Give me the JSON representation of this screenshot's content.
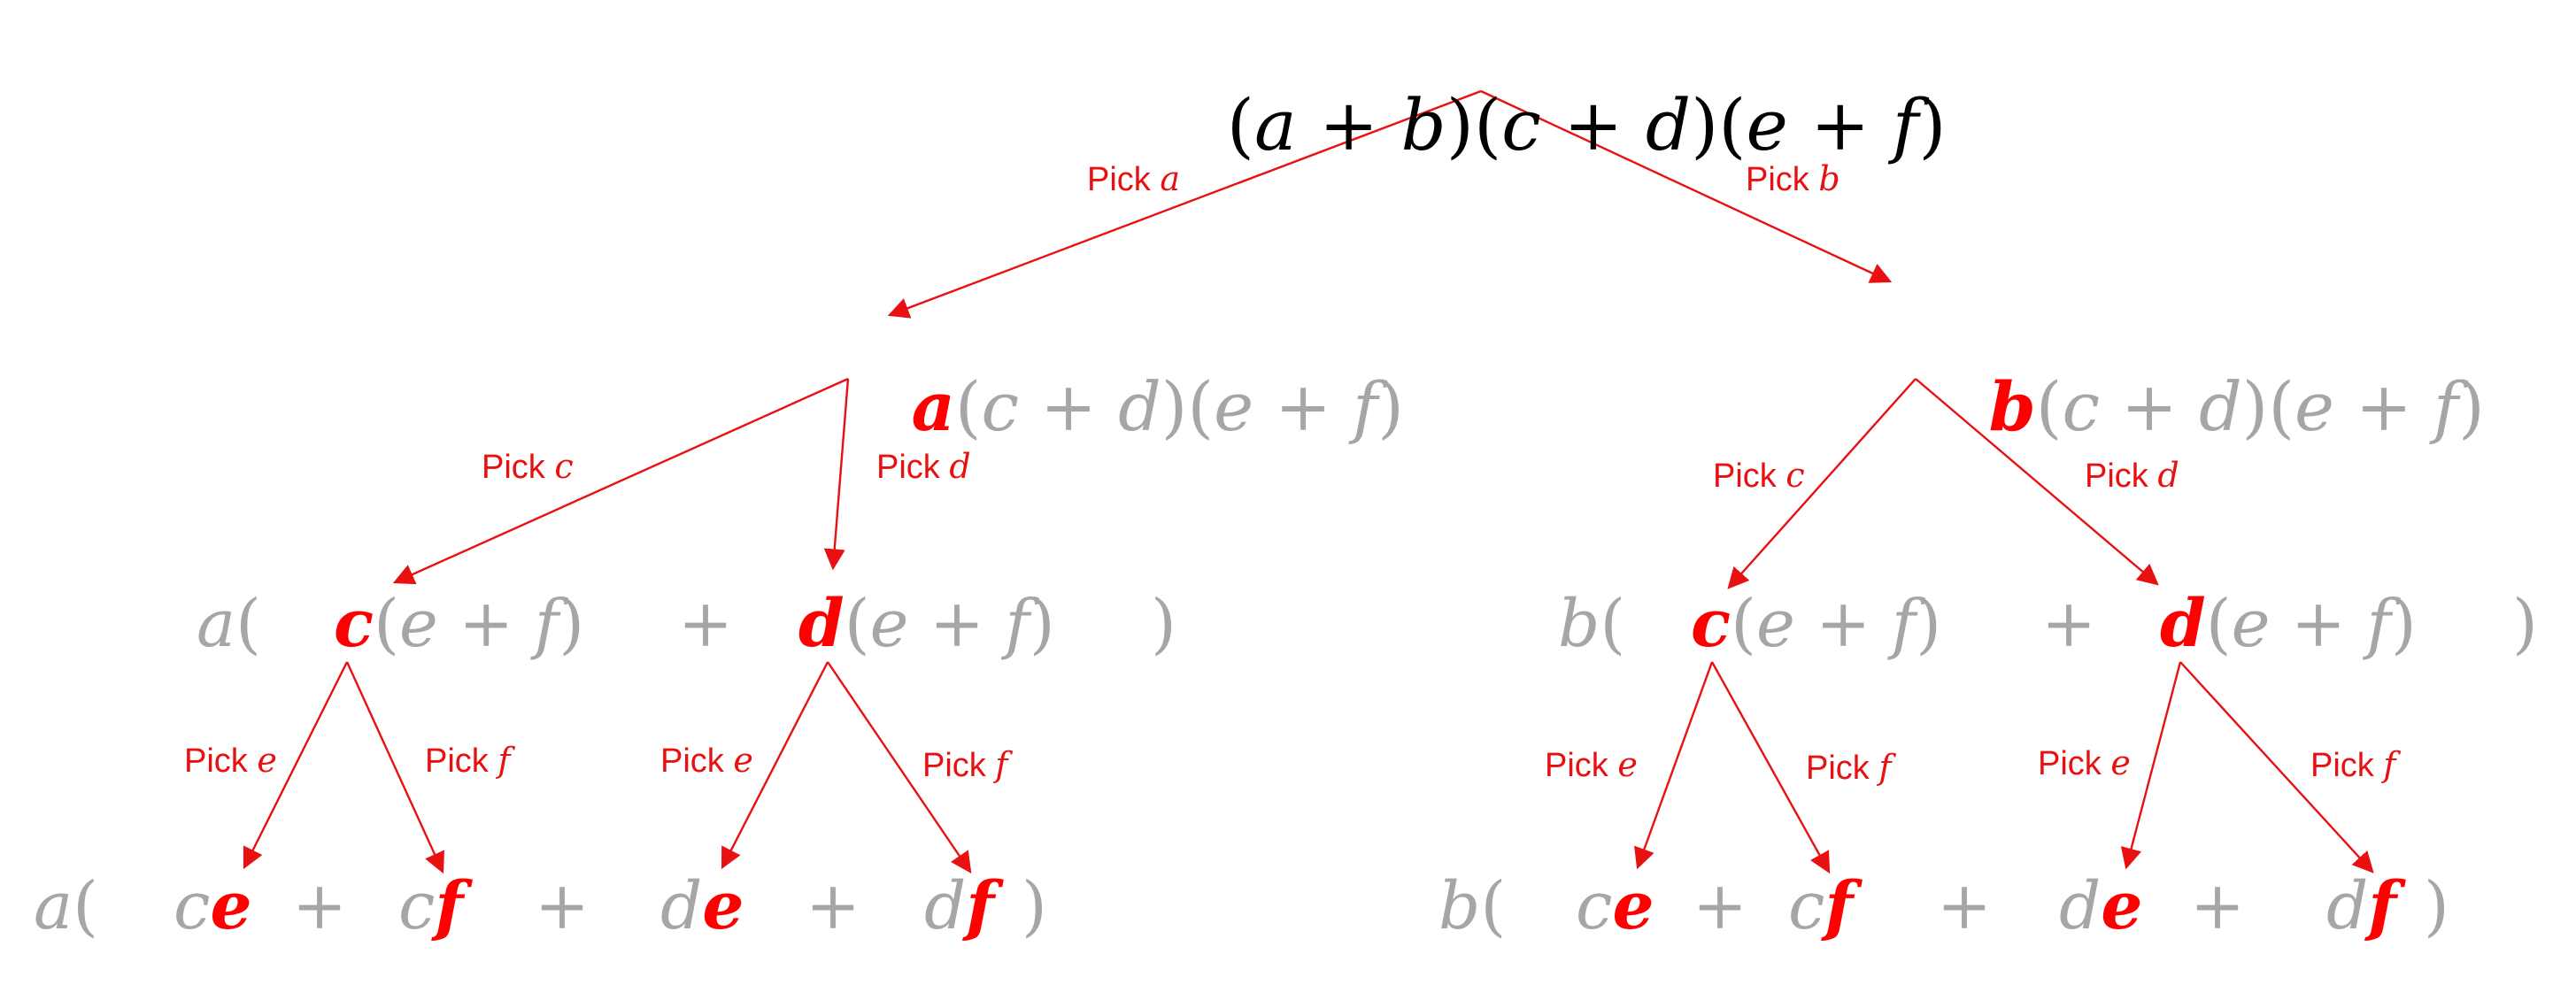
{
  "colors": {
    "highlight": "#ff0000",
    "muted": "#a6a6a6",
    "root": "#000000",
    "edge": "#e81010"
  },
  "root": {
    "expr": [
      "(",
      "a",
      " + ",
      "b",
      ")(",
      "c",
      " + ",
      "d",
      ")(",
      "e",
      " + ",
      "f",
      ")"
    ]
  },
  "level1": {
    "left": {
      "pick": "a",
      "rest": [
        "(",
        "c",
        " + ",
        "d",
        ")(",
        "e",
        " + ",
        "f",
        ")"
      ]
    },
    "right": {
      "pick": "b",
      "rest": [
        "(",
        "c",
        " + ",
        "d",
        ")(",
        "e",
        " + ",
        "f",
        ")"
      ]
    }
  },
  "level2": {
    "left": {
      "prefix": "a",
      "open": "(",
      "first_pick": "c",
      "second_pick": "d",
      "inner": [
        "(",
        "e",
        " + ",
        "f",
        ")"
      ],
      "plus": "+",
      "close": ")"
    },
    "right": {
      "prefix": "b",
      "open": "(",
      "first_pick": "c",
      "second_pick": "d",
      "inner": [
        "(",
        "e",
        " + ",
        "f",
        ")"
      ],
      "plus": "+",
      "close": ")"
    }
  },
  "level3": {
    "left": {
      "prefix": "a",
      "open": "(",
      "terms": [
        [
          "c",
          "e"
        ],
        [
          "c",
          "f"
        ],
        [
          "d",
          "e"
        ],
        [
          "d",
          "f"
        ]
      ],
      "plus": "+",
      "close": ")"
    },
    "right": {
      "prefix": "b",
      "open": "(",
      "terms": [
        [
          "c",
          "e"
        ],
        [
          "c",
          "f"
        ],
        [
          "d",
          "e"
        ],
        [
          "d",
          "f"
        ]
      ],
      "plus": "+",
      "close": ")"
    }
  },
  "edges": {
    "root_left": {
      "word": "Pick",
      "var": "a"
    },
    "root_right": {
      "word": "Pick",
      "var": "b"
    },
    "l1_left_c": {
      "word": "Pick",
      "var": "c"
    },
    "l1_left_d": {
      "word": "Pick",
      "var": "d"
    },
    "l1_right_c": {
      "word": "Pick",
      "var": "c"
    },
    "l1_right_d": {
      "word": "Pick",
      "var": "d"
    },
    "l2_lc_e": {
      "word": "Pick",
      "var": "e"
    },
    "l2_lc_f": {
      "word": "Pick",
      "var": "f"
    },
    "l2_ld_e": {
      "word": "Pick",
      "var": "e"
    },
    "l2_ld_f": {
      "word": "Pick",
      "var": "f"
    },
    "l2_rc_e": {
      "word": "Pick",
      "var": "e"
    },
    "l2_rc_f": {
      "word": "Pick",
      "var": "f"
    },
    "l2_rd_e": {
      "word": "Pick",
      "var": "e"
    },
    "l2_rd_f": {
      "word": "Pick",
      "var": "f"
    }
  }
}
